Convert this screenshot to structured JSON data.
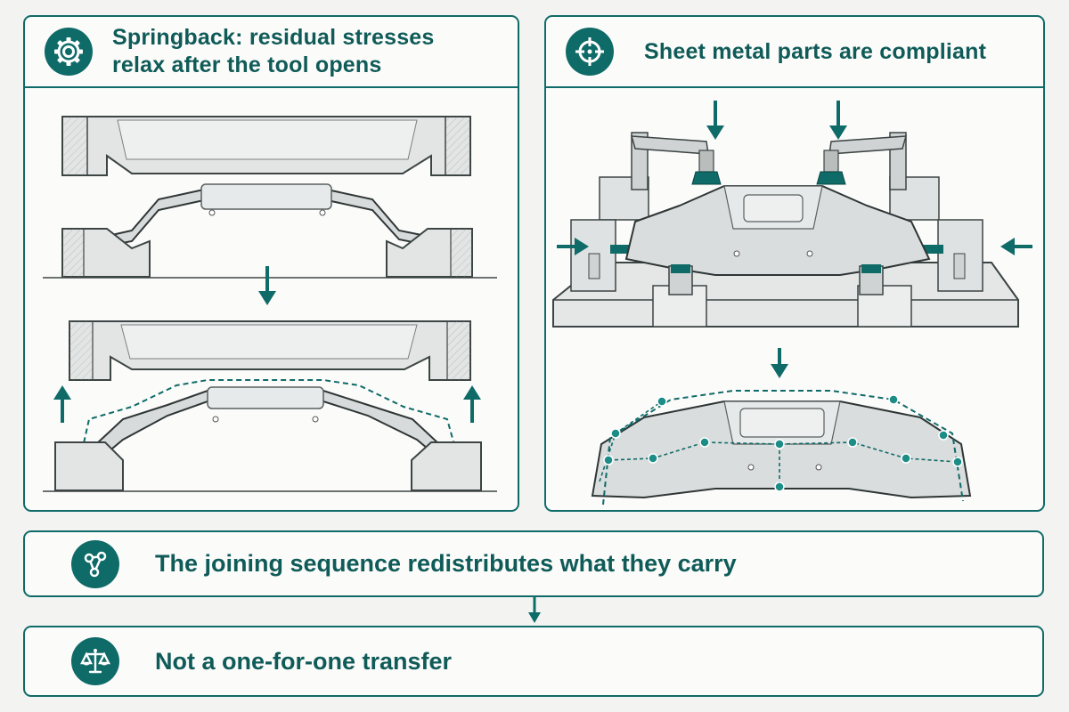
{
  "panels": {
    "springback": {
      "title_line1": "Springback: residual stresses",
      "title_line2": "relax after the tool opens",
      "icon": "gear-icon"
    },
    "compliant": {
      "title": "Sheet metal parts are compliant",
      "icon": "crosshair-icon"
    }
  },
  "banners": {
    "joining": {
      "text": "The joining sequence redistributes what they carry",
      "icon": "network-nodes-icon"
    },
    "transfer": {
      "text": "Not a one-for-one transfer",
      "icon": "balance-scale-icon"
    }
  },
  "colors": {
    "accent": "#0f6b68",
    "metal": "#dfe2e2",
    "outline": "#3c4444"
  }
}
